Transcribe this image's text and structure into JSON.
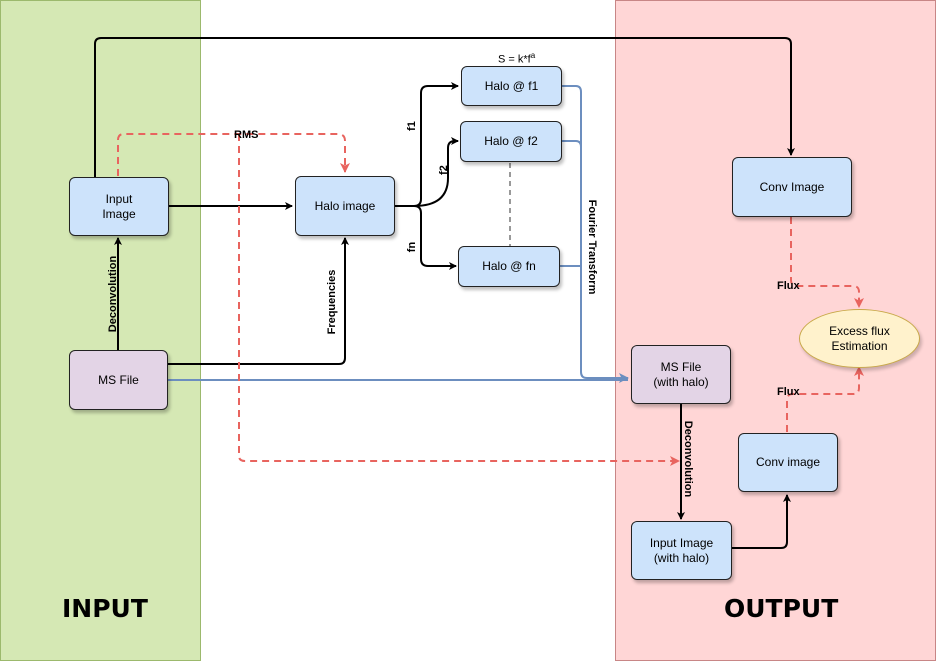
{
  "regions": {
    "input_title": "INPUT",
    "output_title": "OUTPUT"
  },
  "nodes": {
    "input_image": [
      "Input",
      "Image"
    ],
    "ms_file": "MS File",
    "halo_image": "Halo image",
    "halo_f1": "Halo @ f1",
    "halo_f2": "Halo @ f2",
    "halo_fn": "Halo @ fn",
    "conv_image_top": "Conv Image",
    "excess_flux": [
      "Excess flux",
      "Estimation"
    ],
    "ms_file_halo": [
      "MS File",
      "(with halo)"
    ],
    "conv_image_bottom": "Conv image",
    "input_image_halo": [
      "Input Image",
      "(with halo)"
    ]
  },
  "edge_labels": {
    "rms": "RMS",
    "deconvolution_left": "Deconvolution",
    "frequencies": "Frequencies",
    "f1": "f1",
    "f2": "f2",
    "fn": "fn",
    "formula_base": "S = k*f",
    "formula_exp": "a",
    "fourier": "Fourier Transform",
    "flux_top": "Flux",
    "flux_bottom": "Flux",
    "deconvolution_right": "Deconvolution"
  },
  "colors": {
    "input_bg": "#d5e8b4",
    "output_bg": "#ffd6d6",
    "box_blue": "#cde3fb",
    "box_purple": "#e3d4e6",
    "ellipse": "#fff2cc",
    "dashed_red": "#e8645f",
    "blue_line": "#6c8ebf"
  }
}
